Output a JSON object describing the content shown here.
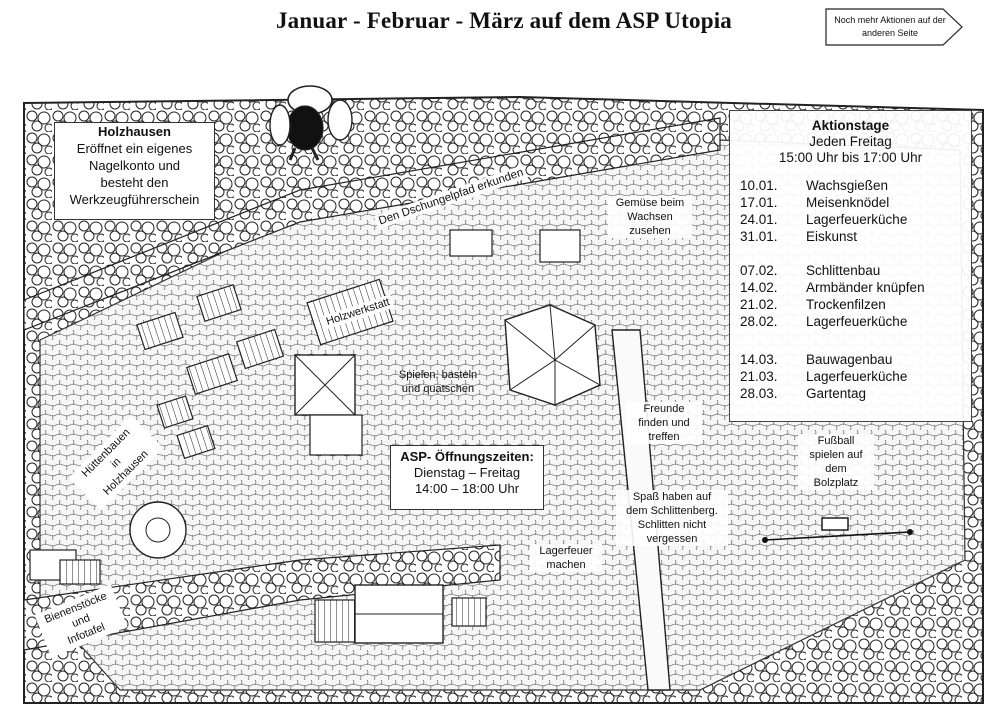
{
  "header": {
    "title": "Januar - Februar - März auf dem ASP Utopia",
    "more_actions": "Noch mehr Aktionen auf der anderen Seite"
  },
  "holzhausen": {
    "heading": "Holzhausen",
    "lines": [
      "Eröffnet ein eigenes",
      "Nagelkonto und",
      "besteht den",
      "Werkzeugführerschein"
    ]
  },
  "aktionstage": {
    "heading": "Aktionstage",
    "subheading": "Jeden Freitag",
    "time": "15:00 Uhr bis 17:00 Uhr",
    "entries": [
      {
        "date": "10.01.",
        "activity": "Wachsgießen"
      },
      {
        "date": "17.01.",
        "activity": "Meisenknödel"
      },
      {
        "date": "24.01.",
        "activity": "Lagerfeuerküche"
      },
      {
        "date": "31.01.",
        "activity": "Eiskunst"
      },
      {
        "date": "07.02.",
        "activity": "Schlittenbau"
      },
      {
        "date": "14.02.",
        "activity": "Armbänder knüpfen"
      },
      {
        "date": "21.02.",
        "activity": "Trockenfilzen"
      },
      {
        "date": "28.02.",
        "activity": "Lagerfeuerküche"
      },
      {
        "date": "14.03.",
        "activity": "Bauwagenbau"
      },
      {
        "date": "21.03.",
        "activity": "Lagerfeuerküche"
      },
      {
        "date": "28.03.",
        "activity": "Gartentag"
      }
    ]
  },
  "opening_hours": {
    "heading": "ASP- Öffnungszeiten:",
    "days": "Dienstag – Freitag",
    "hours": "14:00 – 18:00 Uhr"
  },
  "map_labels": {
    "dschungelpfad": "Den Dschungelpfad erkunden",
    "gemuese": [
      "Gemüse beim",
      "Wachsen",
      "zusehen"
    ],
    "holzwerkstatt": "Holzwerkstatt",
    "spielen": [
      "Spielen, basteln",
      "und quatschen"
    ],
    "freunde": [
      "Freunde",
      "finden und",
      "treffen"
    ],
    "fussball": [
      "Fußball",
      "spielen auf",
      "dem",
      "Bolzplatz"
    ],
    "huettenbauen": [
      "Hüttenbauen",
      "in",
      "Holzhausen"
    ],
    "spass": [
      "Spaß haben auf",
      "dem Schlittenberg.",
      "Schlitten nicht",
      "vergessen"
    ],
    "lagerfeuer": [
      "Lagerfeuer",
      "machen"
    ],
    "bienen": [
      "Bienenstöcke",
      "und",
      "Infotafel"
    ]
  }
}
